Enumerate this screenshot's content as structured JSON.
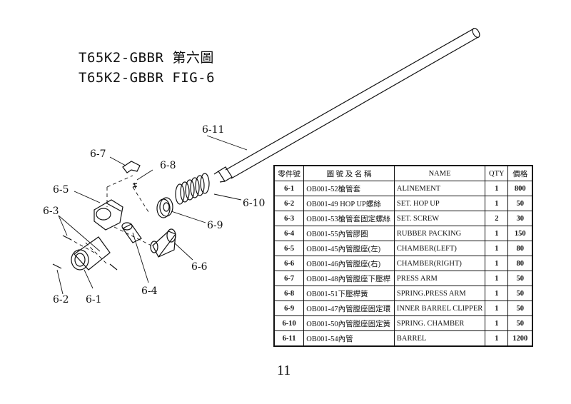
{
  "header": {
    "title_cn": "T65K2-GBBR 第六圖",
    "title_en": "T65K2-GBBR FIG-6"
  },
  "diagram": {
    "callouts": [
      "6-1",
      "6-2",
      "6-3",
      "6-4",
      "6-5",
      "6-6",
      "6-7",
      "6-8",
      "6-9",
      "6-10",
      "6-11"
    ]
  },
  "parts_table": {
    "headers": [
      "零件號",
      "圖 號 及 名 稱",
      "NAME",
      "QTY",
      "價格"
    ],
    "rows": [
      {
        "no": "6-1",
        "code": "OB001-52槍管套",
        "name": "ALINEMENT",
        "qty": "1",
        "price": "800"
      },
      {
        "no": "6-2",
        "code": "OB001-49 HOP UP螺絲",
        "name": "SET. HOP UP",
        "qty": "1",
        "price": "50"
      },
      {
        "no": "6-3",
        "code": "OB001-53槍管套固定螺絲",
        "name": "SET. SCREW",
        "qty": "2",
        "price": "30"
      },
      {
        "no": "6-4",
        "code": "OB001-55內管膠圈",
        "name": "RUBBER PACKING",
        "qty": "1",
        "price": "150"
      },
      {
        "no": "6-5",
        "code": "OB001-45內管膛座(左)",
        "name": "CHAMBER(LEFT)",
        "qty": "1",
        "price": "80"
      },
      {
        "no": "6-6",
        "code": "OB001-46內管膛座(右)",
        "name": "CHAMBER(RIGHT)",
        "qty": "1",
        "price": "80"
      },
      {
        "no": "6-7",
        "code": "OB001-48內管膛座下壓桿",
        "name": "PRESS ARM",
        "qty": "1",
        "price": "50"
      },
      {
        "no": "6-8",
        "code": "OB001-51下壓桿簧",
        "name": "SPRING.PRESS ARM",
        "qty": "1",
        "price": "50"
      },
      {
        "no": "6-9",
        "code": "OB001-47內管膛座固定環",
        "name": "INNER BARREL CLIPPER",
        "qty": "1",
        "price": "50"
      },
      {
        "no": "6-10",
        "code": "OB001-50內管膛座固定簧",
        "name": "SPRING. CHAMBER",
        "qty": "1",
        "price": "50"
      },
      {
        "no": "6-11",
        "code": "OB001-54內管",
        "name": "BARREL",
        "qty": "1",
        "price": "1200"
      }
    ]
  },
  "footer": {
    "page_number": "11"
  }
}
